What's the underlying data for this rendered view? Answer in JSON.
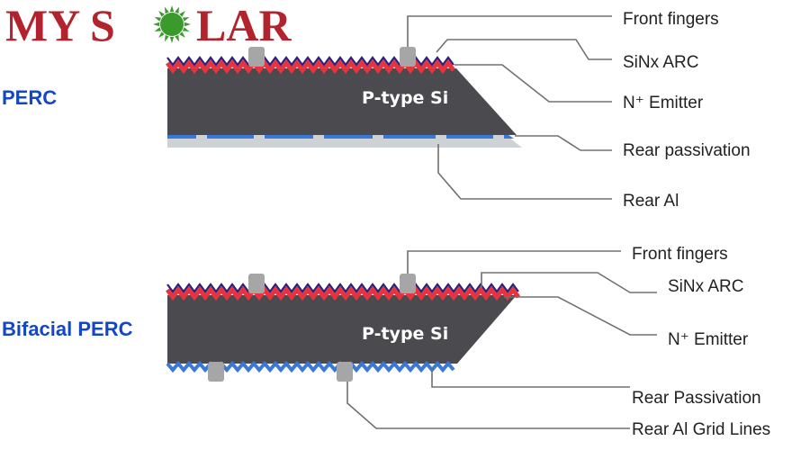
{
  "logo": {
    "left": "MY S",
    "right": "LAR",
    "color": "#b2232d",
    "sun_color": "#3a9a2c"
  },
  "colors": {
    "silicon": "#4b4b4f",
    "emitter": "#e8333f",
    "arc": "#2b1f7d",
    "rear_passivation": "#3a78d8",
    "rear_al": "#cfd2d4",
    "finger": "#a6a6a6",
    "leader": "#707070",
    "side_label": "#1447c8"
  },
  "perc": {
    "side_label": "PERC",
    "cell_label": "P-type Si",
    "callouts": {
      "front_fingers": "Front fingers",
      "sinx_arc": "SiNx ARC",
      "emitter": "N⁺ Emitter",
      "rear_passivation": "Rear passivation",
      "rear_al": "Rear Al"
    }
  },
  "bifacial": {
    "side_label": "Bifacial PERC",
    "cell_label": "P-type Si",
    "callouts": {
      "front_fingers": "Front fingers",
      "sinx_arc": "SiNx ARC",
      "emitter": "N⁺ Emitter",
      "rear_passivation": "Rear Passivation",
      "rear_al_grid": "Rear Al Grid Lines"
    }
  }
}
